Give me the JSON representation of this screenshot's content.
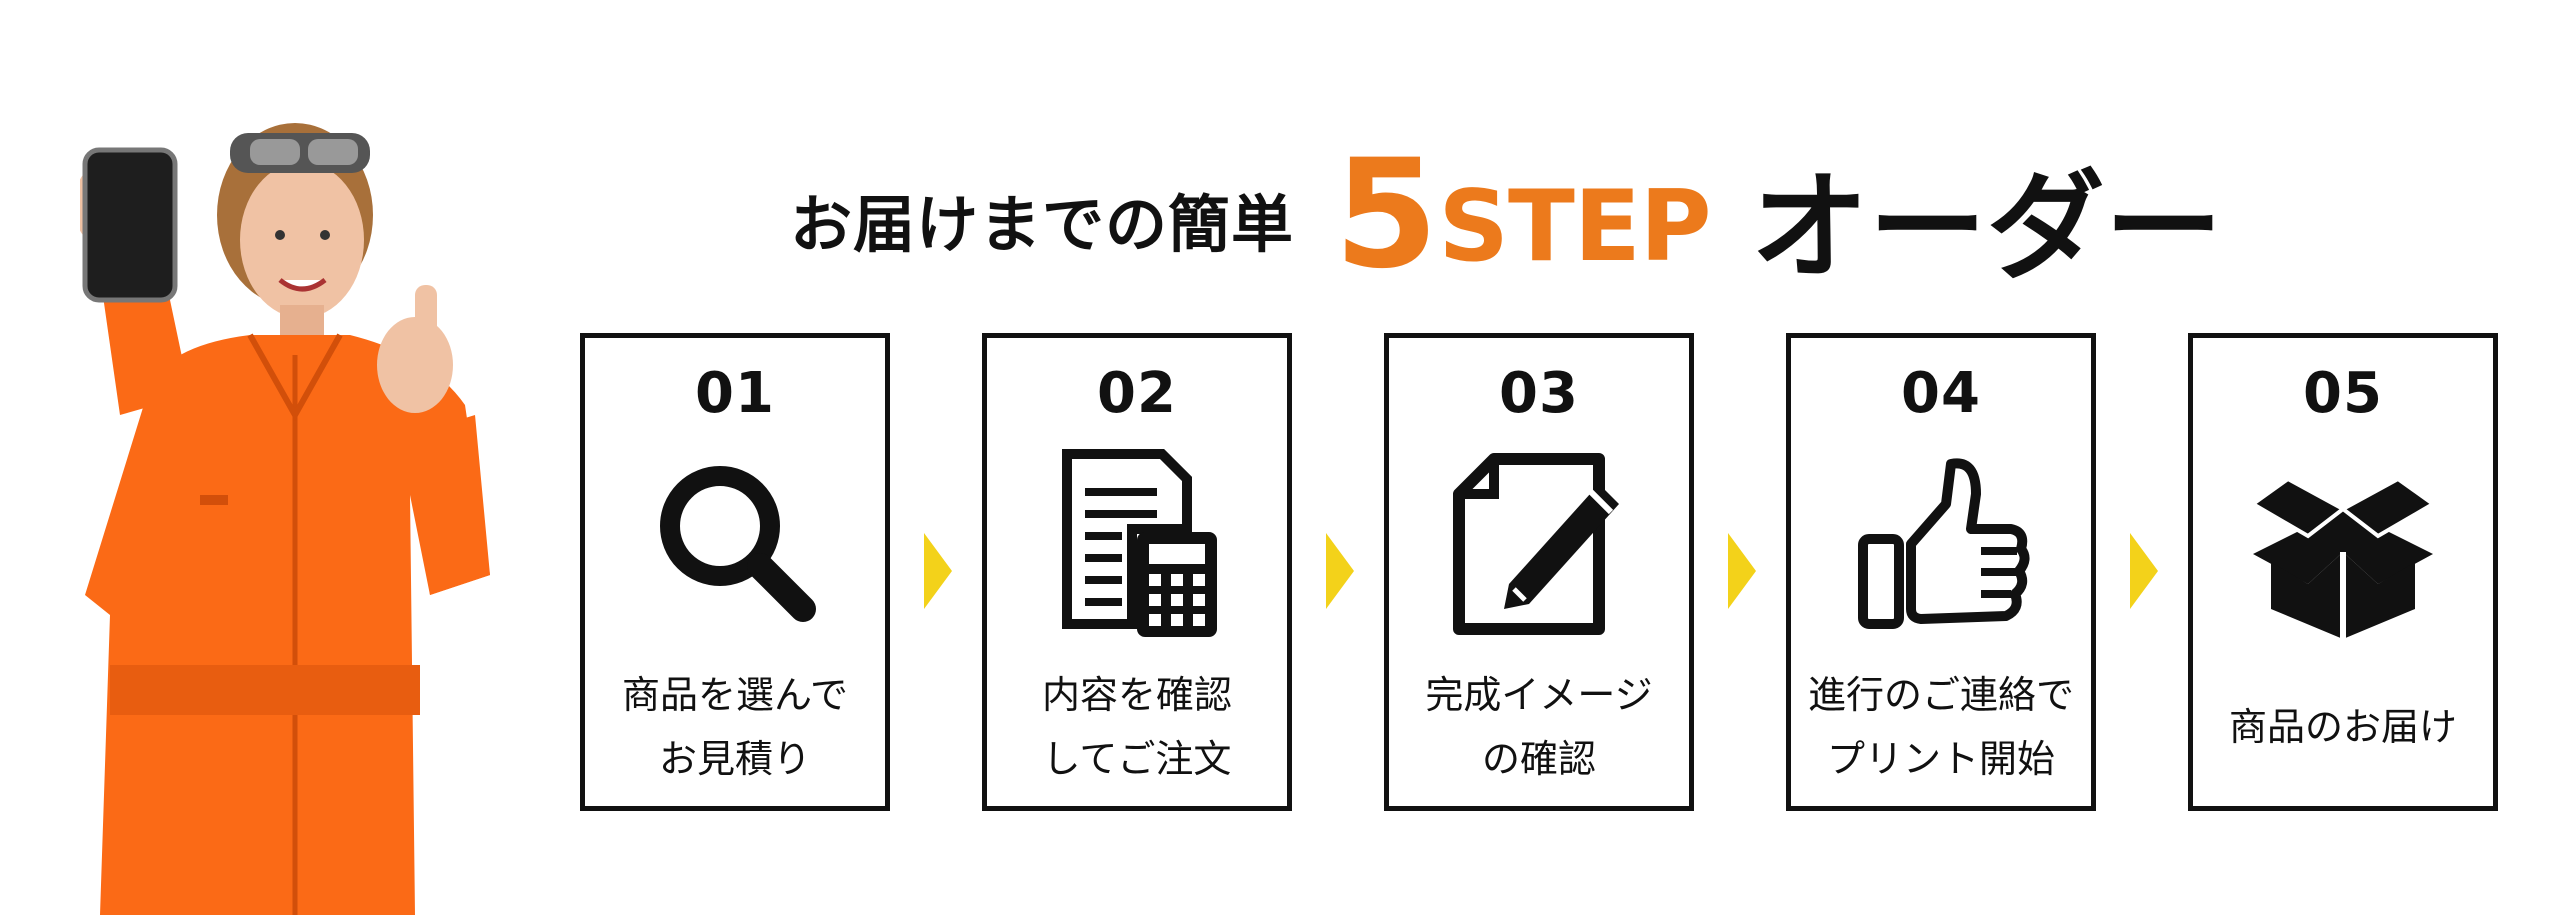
{
  "heading": {
    "pre": "お届けまでの簡単",
    "num": "5",
    "step": "STEP",
    "post": "オーダー"
  },
  "colors": {
    "accent": "#ec7a1c",
    "arrow": "#f3d21a",
    "border": "#111111"
  },
  "steps": [
    {
      "no": "01",
      "icon": "search-icon",
      "lines": [
        "商品を選んで",
        "お見積り"
      ]
    },
    {
      "no": "02",
      "icon": "quote-calculator-icon",
      "lines": [
        "内容を確認",
        "してご注文"
      ]
    },
    {
      "no": "03",
      "icon": "document-pencil-icon",
      "lines": [
        "完成イメージ",
        "の確認"
      ]
    },
    {
      "no": "04",
      "icon": "thumbs-up-icon",
      "lines": [
        "進行のご連絡で",
        "プリント開始"
      ]
    },
    {
      "no": "05",
      "icon": "open-box-icon",
      "lines": [
        "商品のお届け"
      ]
    }
  ]
}
